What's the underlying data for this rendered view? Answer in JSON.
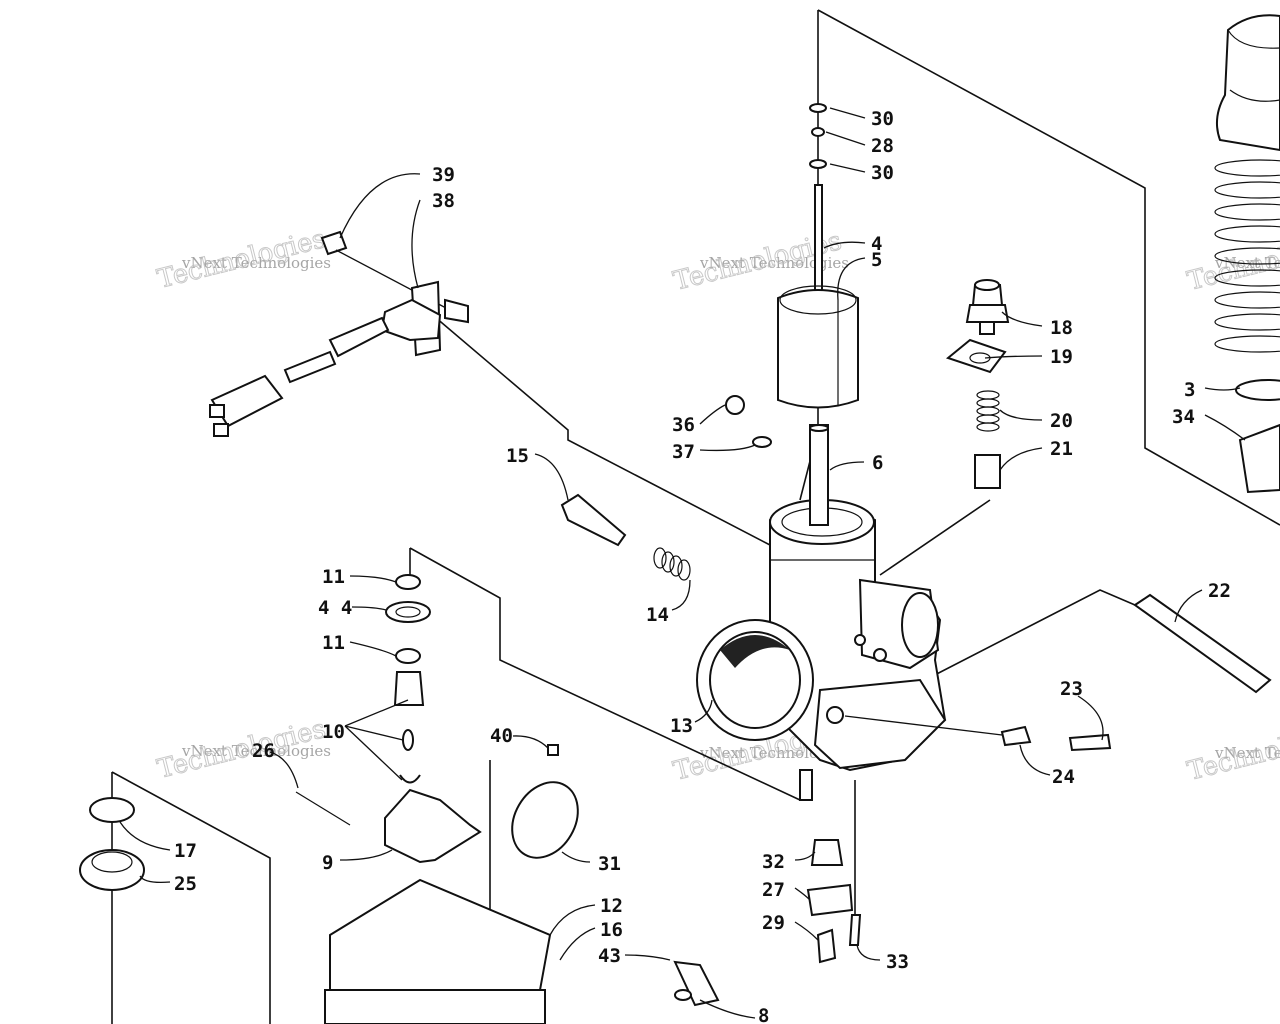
{
  "callouts": {
    "c39": "39",
    "c38": "38",
    "c30a": "30",
    "c28": "28",
    "c30b": "30",
    "c4": "4",
    "c5": "5",
    "c18": "18",
    "c19": "19",
    "c20": "20",
    "c21": "21",
    "c3": "3",
    "c34": "34",
    "c36": "36",
    "c37": "37",
    "c6": "6",
    "c15": "15",
    "c14": "14",
    "c22": "22",
    "c11a": "11",
    "c44": "4 4",
    "c11b": "11",
    "c10": "10",
    "c13": "13",
    "c23": "23",
    "c24": "24",
    "c40": "40",
    "c26": "26",
    "c9": "9",
    "c17": "17",
    "c25": "25",
    "c31": "31",
    "c32": "32",
    "c27": "27",
    "c29": "29",
    "c33": "33",
    "c12": "12",
    "c16": "16",
    "c43": "43",
    "c8": "8"
  },
  "watermark": {
    "small": "vNext Technologies",
    "large": "Technologies"
  }
}
